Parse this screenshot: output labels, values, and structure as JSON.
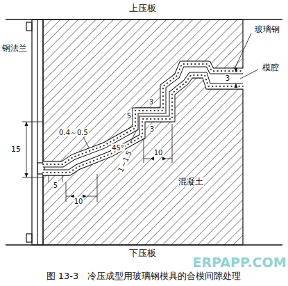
{
  "diagram": {
    "caption": "图 13-3　冷压成型用玻璃钢模具的合模间隙处理",
    "labels": [
      "上压板",
      "钢法兰",
      "玻璃钢",
      "模腔",
      "15",
      "0.4～0.5",
      "5",
      "3",
      "3",
      "10",
      "3",
      "45°",
      "1～1.5",
      "5",
      "10",
      "混凝土",
      "下压板",
      "ERPAPP.COM"
    ]
  }
}
